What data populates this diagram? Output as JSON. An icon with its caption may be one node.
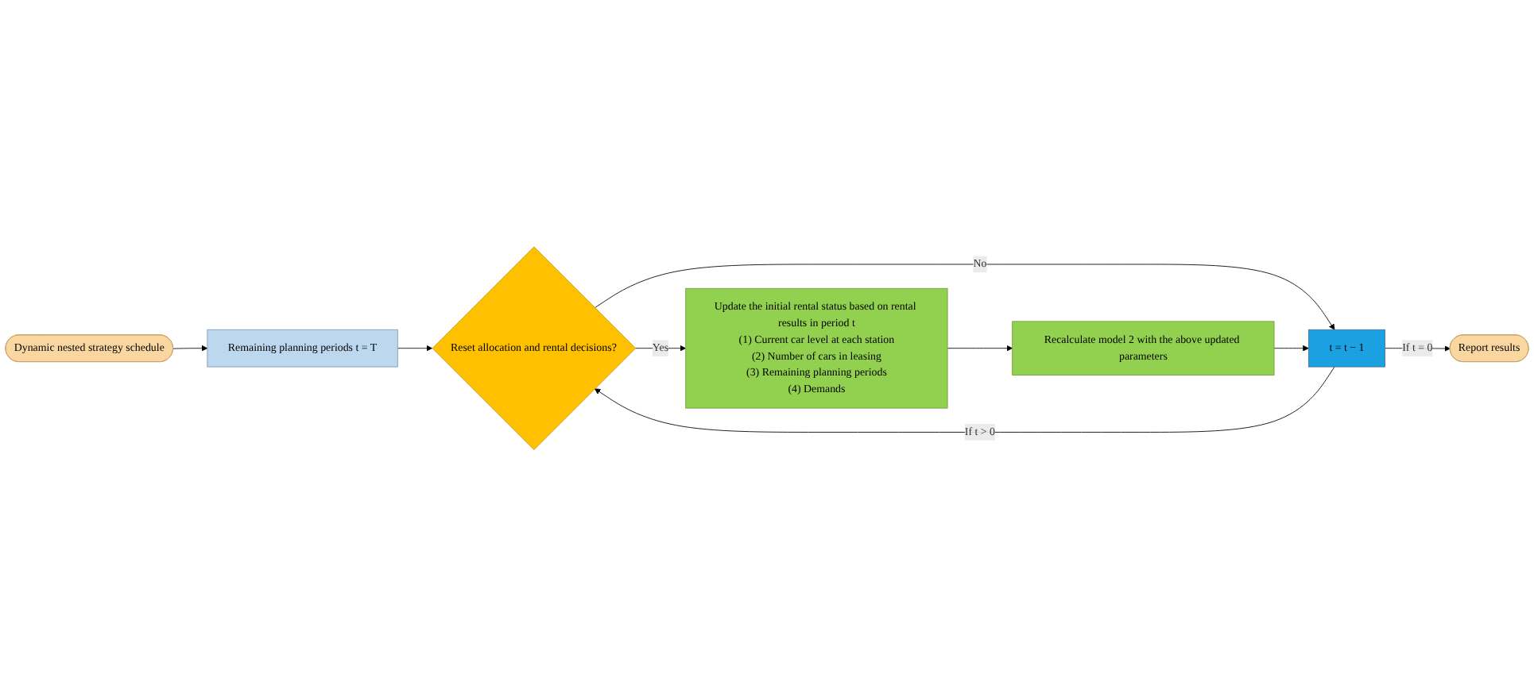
{
  "diagram": {
    "nodes": [
      {
        "text": [
          "Dynamic nested strategy schedule"
        ]
      },
      {
        "text": [
          "Remaining planning periods t = T"
        ]
      },
      {
        "text": [
          "Reset allocation and rental decisions?"
        ]
      },
      {
        "text": [
          "t = t − 1"
        ]
      },
      {
        "text": [
          "Report results"
        ]
      },
      {
        "text": [
          "Recalculate model 2 with the above updated parameters"
        ]
      },
      {
        "text": [
          "Update the initial rental status based on rental results in period t",
          "(1) Current car level at each station",
          "(2) Number of cars in leasing",
          "(3) Remaining planning periods",
          "(4) Demands"
        ]
      }
    ],
    "edges": [
      {
        "from": 0,
        "to": 1,
        "arrow": "to"
      },
      {
        "from": 1,
        "to": 2,
        "arrow": "to"
      },
      {
        "from": 2,
        "to": 6,
        "arrow": "to",
        "label": "Yes"
      },
      {
        "from": 2,
        "to": 3,
        "arrow": "to",
        "label": "No"
      },
      {
        "from": 3,
        "to": 2,
        "arrow": "to",
        "label": "If t > 0"
      },
      {
        "from": 3,
        "to": 4,
        "arrow": "to",
        "label": "If t = 0"
      },
      {
        "from": 6,
        "to": 5,
        "arrow": "to"
      },
      {
        "from": 5,
        "to": 3,
        "arrow": "to"
      }
    ]
  }
}
